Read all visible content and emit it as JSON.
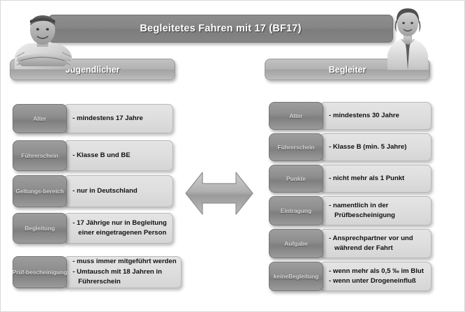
{
  "title": "Begleitetes Fahren mit 17 (BF17)",
  "columns": {
    "left": {
      "heading": "Jugendlicher",
      "rows": [
        {
          "tag": "Alter",
          "lines": [
            "- mindestens 17 Jahre"
          ]
        },
        {
          "tag": "Führerschein",
          "lines": [
            "- Klasse B und BE"
          ]
        },
        {
          "tag": "Geltungs-\nbereich",
          "lines": [
            "- nur in Deutschland"
          ]
        },
        {
          "tag": "Begleitung",
          "lines": [
            "- 17 Jährige nur in Begleitung",
            "einer eingetragenen Person"
          ]
        },
        {
          "tag": "Prüf-\nbescheinigung",
          "lines": [
            "- muss immer mitgeführt werden",
            "- Umtausch mit 18 Jahren in",
            "Führerschein"
          ]
        }
      ]
    },
    "right": {
      "heading": "Begleiter",
      "rows": [
        {
          "tag": "Alter",
          "lines": [
            "- mindestens 30 Jahre"
          ]
        },
        {
          "tag": "Führerschein",
          "lines": [
            "- Klasse B (min. 5 Jahre)"
          ]
        },
        {
          "tag": "Punkte",
          "lines": [
            "- nicht mehr als 1 Punkt"
          ]
        },
        {
          "tag": "Eintragung",
          "lines": [
            "- namentlich in der",
            "Prüfbescheinigung"
          ]
        },
        {
          "tag": "Aufgabe",
          "lines": [
            "- Ansprechpartner vor und",
            "während der Fahrt"
          ]
        },
        {
          "tag": "keine\nBegleitung",
          "lines": [
            "- wenn mehr als 0,5 ‰ im Blut",
            "- wenn unter Drogeneinfluß"
          ]
        }
      ]
    }
  },
  "center": {
    "icon": "double-arrow-icon"
  },
  "photos": {
    "left": {
      "icon": "teen-boy-photo",
      "alt": "Jugendlicher"
    },
    "right": {
      "icon": "adult-woman-photo",
      "alt": "Begleiterin"
    }
  },
  "colors": {
    "title_bar": "#868686",
    "heading_pill": "#b2b2b2",
    "tag_box": "#8f8f8f",
    "value_box": "#dedede",
    "arrow": "#a6a6a6",
    "page_background": "#ffffff"
  }
}
